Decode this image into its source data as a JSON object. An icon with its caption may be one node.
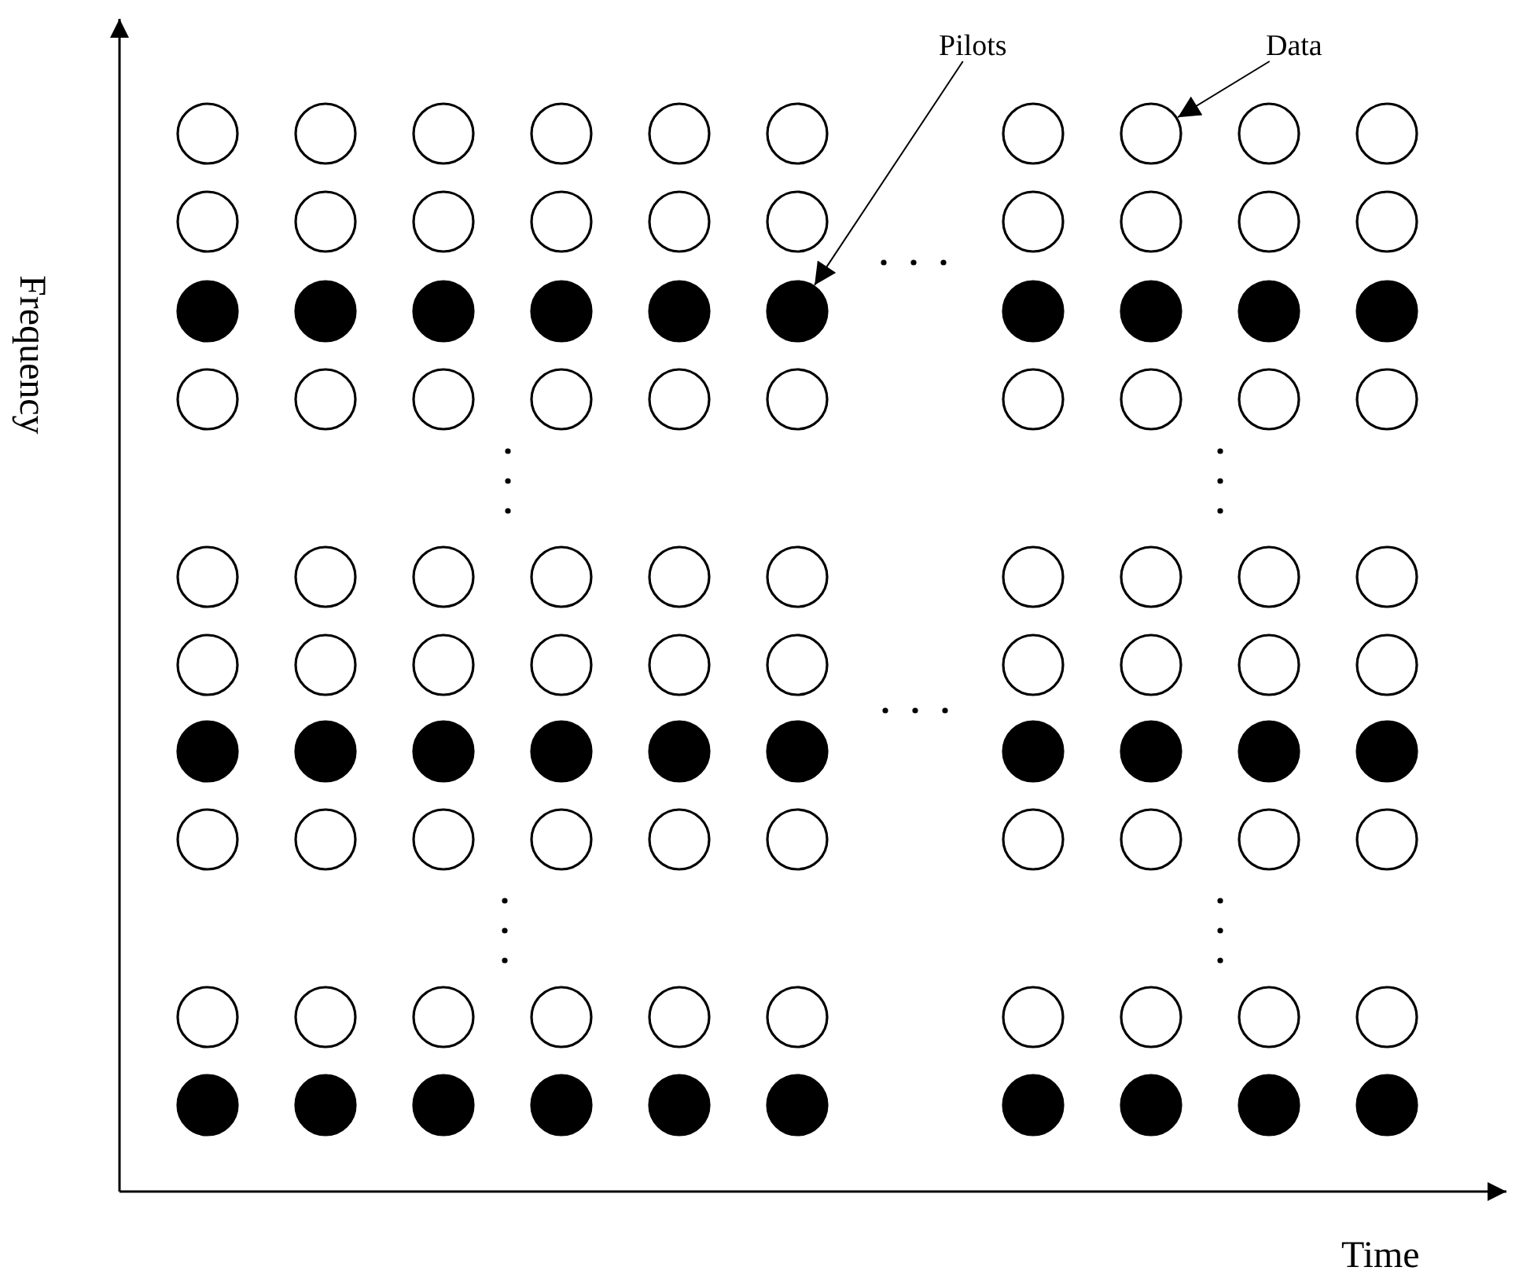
{
  "diagram": {
    "nodes": [
      {
        "text": [
          "Pilots"
        ]
      },
      {
        "text": [
          "Data"
        ]
      },
      {
        "text": [],
        "shape": "circle"
      },
      {
        "text": [],
        "shape": "circle"
      },
      {
        "text": [],
        "shape": "circle"
      },
      {
        "text": [],
        "shape": "circle"
      },
      {
        "text": [],
        "shape": "circle"
      },
      {
        "text": [],
        "shape": "circle"
      },
      {
        "text": [],
        "shape": "circle"
      },
      {
        "text": [],
        "shape": "circle"
      },
      {
        "text": [],
        "shape": "circle"
      },
      {
        "text": [],
        "shape": "circle"
      },
      {
        "text": [],
        "shape": "circle"
      },
      {
        "text": [],
        "shape": "circle"
      },
      {
        "text": [],
        "shape": "circle"
      },
      {
        "text": [],
        "shape": "circle"
      },
      {
        "text": [],
        "shape": "circle"
      },
      {
        "text": [],
        "shape": "circle"
      },
      {
        "text": [],
        "shape": "circle"
      },
      {
        "text": [],
        "shape": "circle"
      },
      {
        "text": [],
        "shape": "circle"
      },
      {
        "text": [],
        "shape": "circle"
      },
      {
        "text": [],
        "shape": "circle"
      },
      {
        "text": [],
        "shape": "circle"
      },
      {
        "text": [],
        "shape": "circle"
      },
      {
        "text": [],
        "shape": "circle"
      },
      {
        "text": [],
        "shape": "circle"
      },
      {
        "text": [],
        "shape": "circle"
      },
      {
        "text": [],
        "shape": "circle"
      },
      {
        "text": [],
        "shape": "circle"
      },
      {
        "text": [],
        "shape": "circle"
      },
      {
        "text": [],
        "shape": "circle"
      },
      {
        "text": [],
        "shape": "circle"
      },
      {
        "text": [],
        "shape": "circle"
      },
      {
        "text": [],
        "shape": "circle"
      },
      {
        "text": [],
        "shape": "circle"
      },
      {
        "text": [],
        "shape": "circle"
      },
      {
        "text": [],
        "shape": "circle"
      },
      {
        "text": [],
        "shape": "circle"
      },
      {
        "text": [],
        "shape": "circle"
      },
      {
        "text": [],
        "shape": "circle"
      },
      {
        "text": [],
        "shape": "circle"
      },
      {
        "text": [],
        "shape": "circle"
      },
      {
        "text": [],
        "shape": "circle"
      },
      {
        "text": [],
        "shape": "circle"
      },
      {
        "text": [],
        "shape": "circle"
      },
      {
        "text": [],
        "shape": "circle"
      },
      {
        "text": [],
        "shape": "circle"
      },
      {
        "text": [],
        "shape": "circle"
      },
      {
        "text": [],
        "shape": "circle"
      },
      {
        "text": [],
        "shape": "circle"
      },
      {
        "text": [],
        "shape": "circle"
      },
      {
        "text": [],
        "shape": "circle"
      },
      {
        "text": [],
        "shape": "circle"
      },
      {
        "text": [],
        "shape": "circle"
      },
      {
        "text": [],
        "shape": "circle"
      },
      {
        "text": [],
        "shape": "circle"
      },
      {
        "text": [],
        "shape": "circle"
      },
      {
        "text": [],
        "shape": "circle"
      },
      {
        "text": [],
        "shape": "circle"
      },
      {
        "text": [],
        "shape": "circle"
      },
      {
        "text": [],
        "shape": "circle"
      },
      {
        "text": [],
        "shape": "circle"
      },
      {
        "text": [],
        "shape": "circle"
      },
      {
        "text": [],
        "shape": "circle"
      },
      {
        "text": [],
        "shape": "circle"
      },
      {
        "text": [],
        "shape": "circle"
      },
      {
        "text": [],
        "shape": "circle"
      },
      {
        "text": [],
        "shape": "circle"
      },
      {
        "text": [],
        "shape": "circle"
      },
      {
        "text": [],
        "shape": "circle"
      },
      {
        "text": [],
        "shape": "circle"
      },
      {
        "text": [],
        "shape": "circle"
      },
      {
        "text": [],
        "shape": "circle"
      },
      {
        "text": [],
        "shape": "circle"
      },
      {
        "text": [],
        "shape": "circle"
      },
      {
        "text": [],
        "shape": "circle"
      },
      {
        "text": [],
        "shape": "circle"
      },
      {
        "text": [],
        "shape": "circle"
      },
      {
        "text": [],
        "shape": "circle"
      },
      {
        "text": [],
        "shape": "circle"
      },
      {
        "text": [],
        "shape": "circle"
      },
      {
        "text": [],
        "shape": "circle"
      },
      {
        "text": [],
        "shape": "circle"
      },
      {
        "text": [],
        "shape": "circle"
      },
      {
        "text": [],
        "shape": "circle"
      },
      {
        "text": [],
        "shape": "circle"
      },
      {
        "text": [],
        "shape": "circle"
      },
      {
        "text": [],
        "shape": "circle"
      },
      {
        "text": [],
        "shape": "circle"
      },
      {
        "text": [],
        "shape": "circle"
      },
      {
        "text": [],
        "shape": "circle"
      },
      {
        "text": [],
        "shape": "circle"
      },
      {
        "text": [],
        "shape": "circle"
      },
      {
        "text": [],
        "shape": "circle"
      },
      {
        "text": [],
        "shape": "circle"
      },
      {
        "text": [],
        "shape": "circle"
      },
      {
        "text": [],
        "shape": "circle"
      },
      {
        "text": [],
        "shape": "circle"
      },
      {
        "text": [],
        "shape": "circle"
      },
      {
        "text": [],
        "shape": "circle"
      },
      {
        "text": [],
        "shape": "circle"
      }
    ],
    "edges": [
      {
        "from": 0,
        "to": 27,
        "arrow": "to"
      },
      {
        "from": 1,
        "to": 9,
        "arrow": "to"
      }
    ],
    "labels": [
      "Frequency",
      "Time"
    ]
  }
}
